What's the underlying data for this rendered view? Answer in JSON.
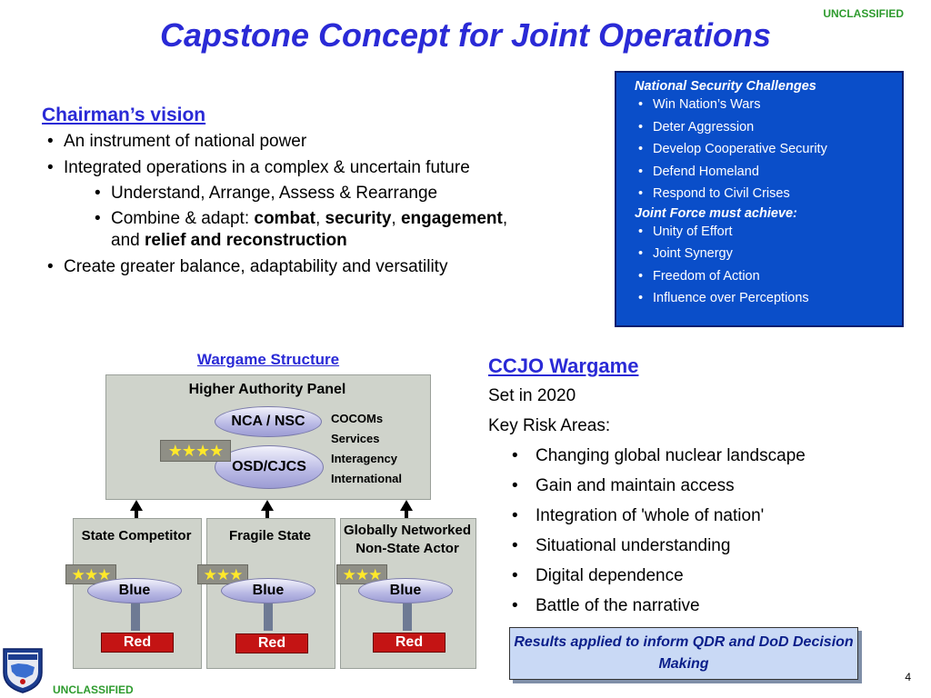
{
  "classification": "UNCLASSIFIED",
  "title": "Capstone Concept for Joint Operations",
  "page_number": "4",
  "vision": {
    "heading": "Chairman’s vision",
    "items": [
      "An instrument of national power",
      "Integrated operations in a complex & uncertain future"
    ],
    "sub_items": {
      "understand": "Understand, Arrange, Assess & Rearrange",
      "combine_prefix": "Combine & adapt: ",
      "combat": "combat",
      "comma": ",",
      "security": "security",
      "engagement": "engagement",
      "and": "and ",
      "relief": "relief and reconstruction"
    },
    "last_item": "Create greater balance, adaptability and versatility"
  },
  "challenges_box": {
    "heading1": "National Security Challenges",
    "items1": [
      "Win Nation’s Wars",
      "Deter Aggression",
      "Develop Cooperative Security",
      "Defend Homeland",
      "Respond to Civil Crises"
    ],
    "heading2": "Joint Force must achieve:",
    "items2": [
      "Unity of Effort",
      "Joint Synergy",
      "Freedom of Action",
      "Influence over Perceptions"
    ]
  },
  "wargame_structure": {
    "title": "Wargame Structure",
    "panel_title": "Higher Authority Panel",
    "nca": "NCA / NSC",
    "osd": "OSD/CJCS",
    "orgs": [
      "COCOMs",
      "Services",
      "Interagency",
      "International"
    ],
    "star_glyphs_4": "★★★★",
    "star_glyphs_3": "★★★",
    "columns": [
      {
        "title": "State Competitor",
        "blue": "Blue",
        "red": "Red"
      },
      {
        "title": "Fragile State",
        "blue": "Blue",
        "red": "Red"
      },
      {
        "title": "Globally Networked Non-State Actor",
        "blue": "Blue",
        "red": "Red"
      }
    ]
  },
  "ccjo": {
    "heading": "CCJO Wargame",
    "line1": "Set in 2020",
    "line2": "Key Risk Areas:",
    "risks": [
      "Changing global nuclear landscape",
      "Gain and maintain access",
      "Integration of 'whole of nation'",
      "Situational understanding",
      "Digital dependence",
      "Battle of the narrative"
    ]
  },
  "results": "Results applied to inform QDR and DoD Decision Making",
  "colors": {
    "title": "#2a2ad6",
    "classification": "#2e9b2e",
    "box_blue": "#0a4ec9",
    "red_team": "#c41414"
  },
  "icons": {
    "logo": "seal-logo-icon",
    "star": "star-icon",
    "arrow": "arrow-up-icon"
  }
}
